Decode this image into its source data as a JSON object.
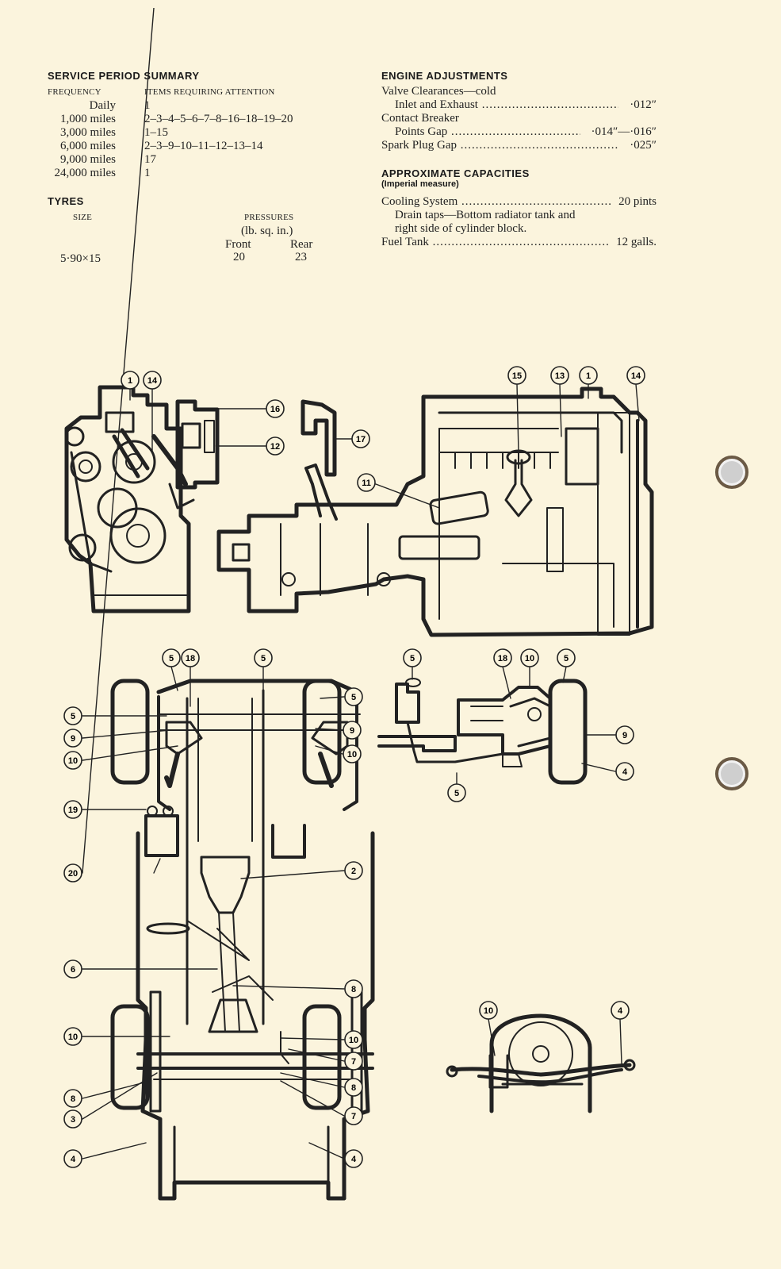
{
  "service": {
    "title": "SERVICE PERIOD SUMMARY",
    "col_frequency": "FREQUENCY",
    "col_items": "ITEMS REQUIRING ATTENTION",
    "rows": [
      {
        "freq": "Daily",
        "items": "1"
      },
      {
        "freq": "1,000 miles",
        "items": "2–3–4–5–6–7–8–16–18–19–20"
      },
      {
        "freq": "3,000 miles",
        "items": "1–15"
      },
      {
        "freq": "6,000 miles",
        "items": "2–3–9–10–11–12–13–14"
      },
      {
        "freq": "9,000 miles",
        "items": "17"
      },
      {
        "freq": "24,000 miles",
        "items": "1"
      }
    ]
  },
  "tyres": {
    "title": "TYRES",
    "size_label": "SIZE",
    "pressures_label": "PRESSURES",
    "unit_label": "(lb. sq. in.)",
    "front_label": "Front",
    "rear_label": "Rear",
    "size": "5·90×15",
    "front": "20",
    "rear": "23"
  },
  "engine": {
    "title": "ENGINE ADJUSTMENTS",
    "valve_label": "Valve Clearances—cold",
    "inlet_label": "Inlet and Exhaust",
    "inlet_value": "·012″",
    "cb_label": "Contact Breaker",
    "points_label": "Points Gap",
    "points_value": "·014″—·016″",
    "spark_label": "Spark Plug Gap",
    "spark_value": "·025″"
  },
  "capacities": {
    "title": "APPROXIMATE CAPACITIES",
    "subtitle": "(Imperial measure)",
    "cooling_label": "Cooling System",
    "cooling_value": "20 pints",
    "drain_line1": "Drain taps—Bottom radiator tank and",
    "drain_line2": "right side of cylinder block.",
    "fuel_label": "Fuel Tank",
    "fuel_value": "12 galls."
  },
  "callouts": [
    "1",
    "14",
    "16",
    "12",
    "17",
    "11",
    "15",
    "13",
    "1",
    "14",
    "5",
    "18",
    "5",
    "5",
    "5",
    "9",
    "9",
    "10",
    "10",
    "19",
    "20",
    "2",
    "6",
    "8",
    "10",
    "10",
    "7",
    "8",
    "8",
    "3",
    "7",
    "4",
    "4",
    "5",
    "18",
    "10",
    "5",
    "9",
    "4",
    "5",
    "10",
    "4"
  ]
}
